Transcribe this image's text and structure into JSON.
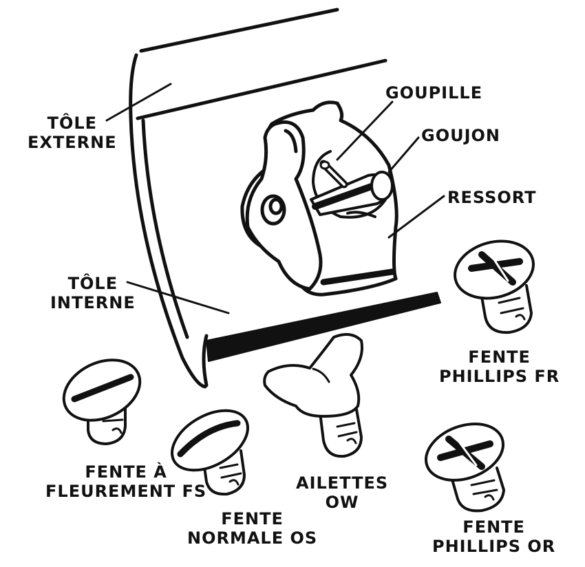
{
  "diagram": {
    "labels": {
      "tole_externe": [
        "TÔLE",
        "EXTERNE"
      ],
      "tole_interne": [
        "TÔLE",
        "INTERNE"
      ],
      "goupille": "GOUPILLE",
      "goujon": "GOUJON",
      "ressort": "RESSORT",
      "fente_phillips_fr": [
        "FENTE",
        "PHILLIPS FR"
      ],
      "fente_a_fleurement_fs": [
        "FENTE À",
        "FLEUREMENT FS"
      ],
      "fente_normale_os": [
        "FENTE",
        "NORMALE OS"
      ],
      "ailettes_ow": [
        "AILETTES",
        "OW"
      ],
      "fente_phillips_or": [
        "FENTE",
        "PHILLIPS OR"
      ]
    },
    "colors": {
      "ink": "#111111",
      "paper": "#ffffff",
      "fill": "#f2f2f2"
    }
  }
}
